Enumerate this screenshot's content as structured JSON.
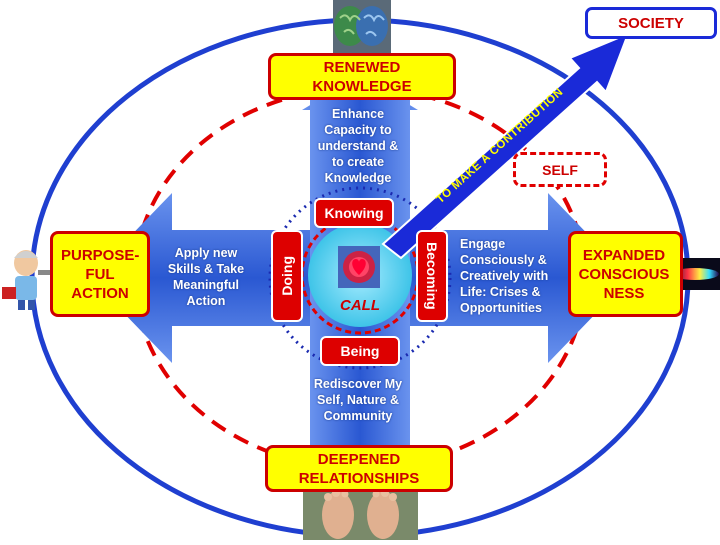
{
  "nodes": {
    "top": "RENEWED KNOWLEDGE",
    "bottom": "DEEPENED RELATIONSHIPS",
    "left": "PURPOSE-FUL ACTION",
    "right": "EXPANDED CONSCIOUS NESS",
    "society": "SOCIETY",
    "self": "SELF"
  },
  "descriptions": {
    "top": "Enhance Capacity to understand & to create Knowledge",
    "bottom": "Rediscover My Self, Nature & Community",
    "left": "Apply new Skills & Take Meaningful Action",
    "right": "Engage Consciously & Creatively with Life: Crises & Opportunities"
  },
  "center_tabs": {
    "knowing": "Knowing",
    "being": "Being",
    "doing": "Doing",
    "becoming": "Becoming"
  },
  "center": {
    "label": "CALL"
  },
  "contribution_arrow": {
    "label": "TO MAKE A CONTRIBUTION"
  },
  "colors": {
    "outer_circle": "#1f3fd0",
    "dashed_circle": "#e00000",
    "arrow_blue": "#2d5fd8",
    "node_fill": "#ffff00",
    "node_text": "#cc0000",
    "center_fill": "#55d4f0"
  },
  "icons": {
    "top": "brain-image",
    "bottom": "bare-feet-image",
    "left": "handyman-figure-image",
    "right": "light-streak-image",
    "center": "hearts-icon"
  }
}
